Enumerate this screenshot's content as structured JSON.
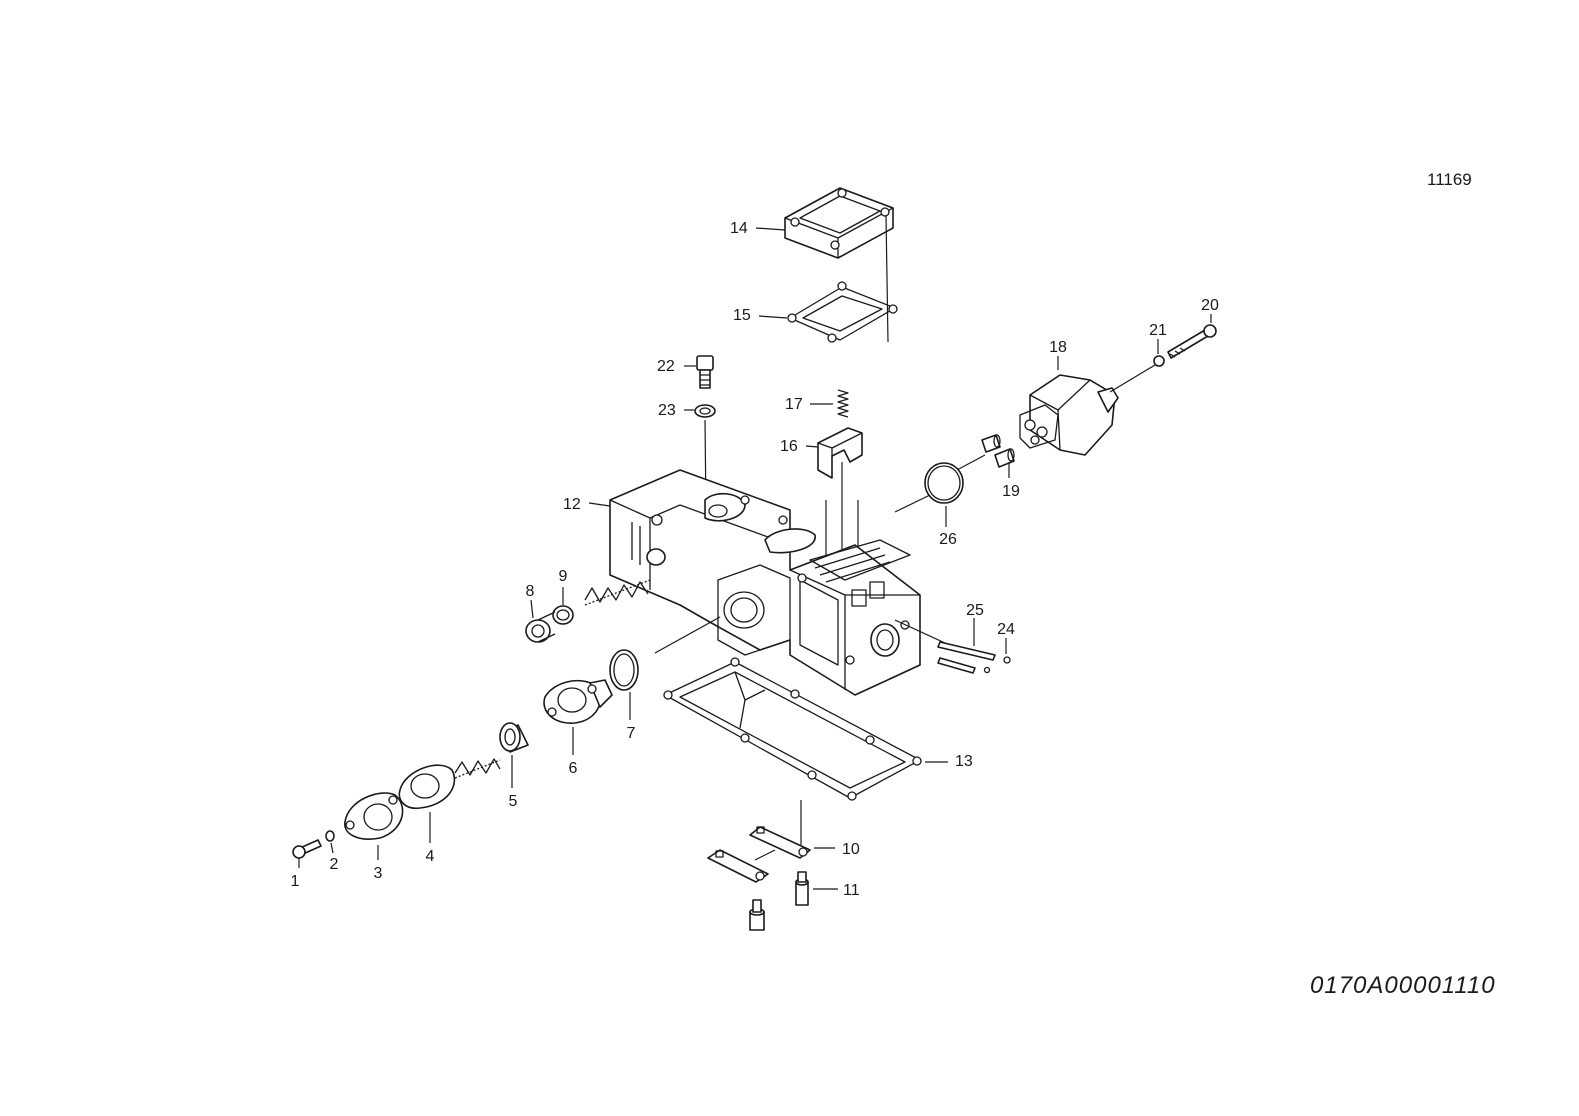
{
  "drawing_number": "11169",
  "document_code": "0170A00001110",
  "callouts": [
    "1",
    "2",
    "3",
    "4",
    "5",
    "6",
    "7",
    "8",
    "9",
    "10",
    "11",
    "12",
    "13",
    "14",
    "15",
    "16",
    "17",
    "18",
    "19",
    "20",
    "21",
    "22",
    "23",
    "24",
    "25",
    "26"
  ]
}
